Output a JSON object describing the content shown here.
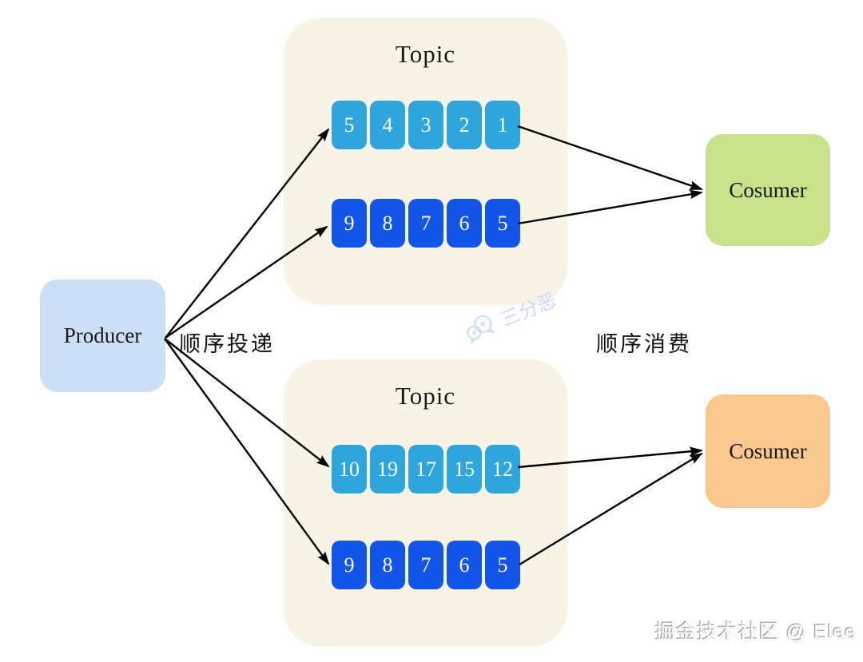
{
  "producer": {
    "label": "Producer",
    "color": "#CBDFF7"
  },
  "flow_labels": {
    "delivery": "顺序投递",
    "consumption": "顺序消费"
  },
  "topics": [
    {
      "title": "Topic",
      "panel_color": "#F8F4E5",
      "partitions": [
        {
          "color": "#2FA5DE",
          "messages": [
            "5",
            "4",
            "3",
            "2",
            "1"
          ]
        },
        {
          "color": "#1355E9",
          "messages": [
            "9",
            "8",
            "7",
            "6",
            "5"
          ]
        }
      ]
    },
    {
      "title": "Topic",
      "panel_color": "#F8F4E5",
      "partitions": [
        {
          "color": "#2FA5DE",
          "messages": [
            "10",
            "19",
            "17",
            "15",
            "12"
          ]
        },
        {
          "color": "#1355E9",
          "messages": [
            "9",
            "8",
            "7",
            "6",
            "5"
          ]
        }
      ]
    }
  ],
  "consumers": [
    {
      "label": "Cosumer",
      "color": "#CAE18C"
    },
    {
      "label": "Cosumer",
      "color": "#F8C88F"
    }
  ],
  "watermark": {
    "text": "三分恶",
    "icon": "wechat-icon",
    "color": "#C7DCF5"
  },
  "credit": {
    "text": "掘金技术社区 @ Elee"
  },
  "arrow_color": "#000000"
}
